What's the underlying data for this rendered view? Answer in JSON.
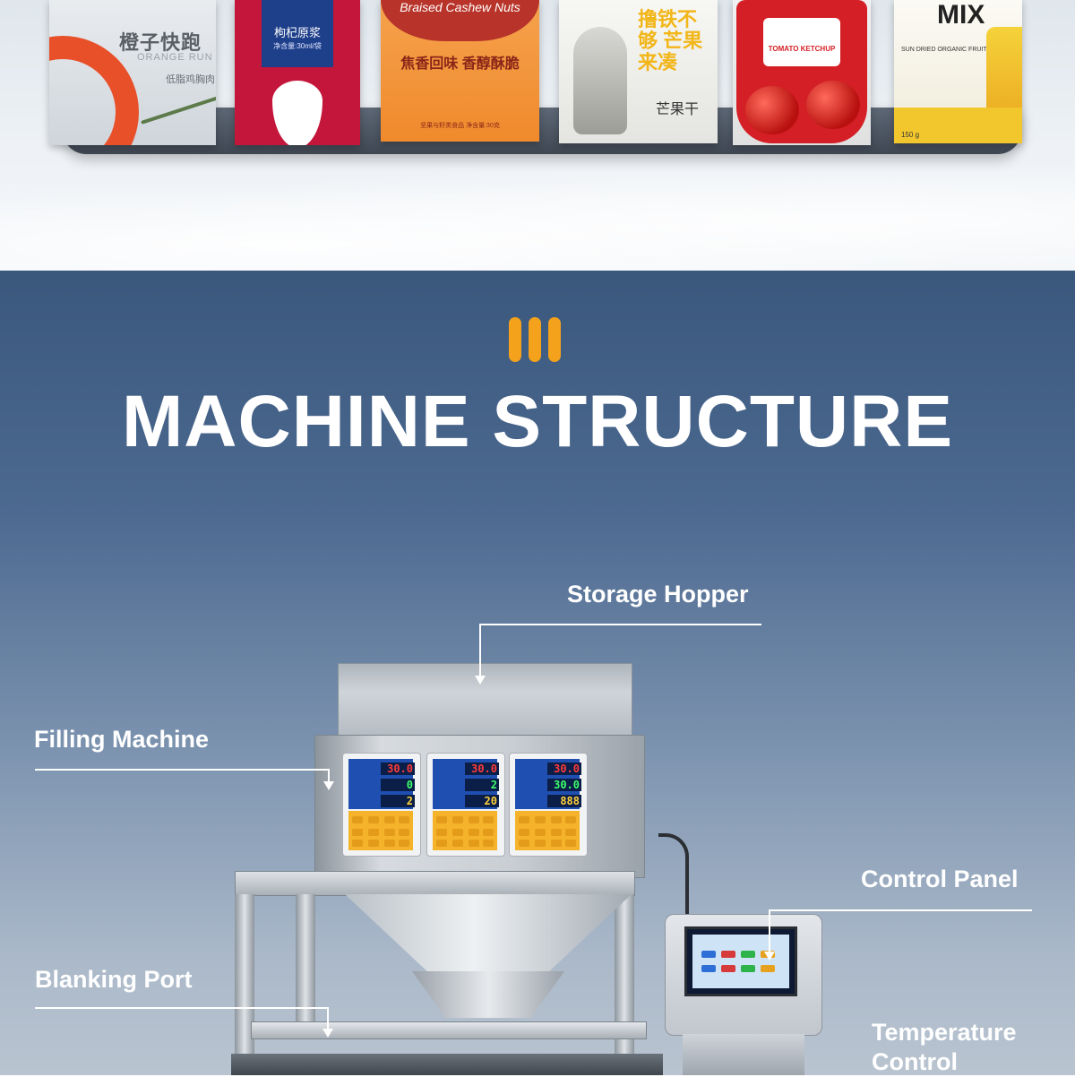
{
  "products": [
    {
      "brand": "橙子快跑",
      "brand_en": "ORANGE RUN",
      "subtitle": "低脂鸡胸肉"
    },
    {
      "title": "枸杞原浆",
      "subtitle": "净含量:30ml/袋"
    },
    {
      "title": "Braised Cashew Nuts",
      "subtitle": "焦香回味 香醇酥脆",
      "note": "坚果与籽类食品 净含量:30克"
    },
    {
      "title": "撸铁不够 芒果来凑",
      "name": "芒果干"
    },
    {
      "label": "TOMATO KETCHUP"
    },
    {
      "title": "MIX",
      "subtitle": "SUN DRIED ORGANIC FRUIT MIX",
      "weight": "150 g"
    }
  ],
  "section": {
    "heading": "MACHINE STRUCTURE",
    "accent_color": "#f4a11c"
  },
  "callouts": {
    "storage_hopper": "Storage Hopper",
    "filling_machine": "Filling Machine",
    "control_panel": "Control Panel",
    "blanking_port": "Blanking Port",
    "temperature_control": "Temperature Control"
  },
  "controllers": [
    {
      "row1": "30.0",
      "row2": "0",
      "row3": "2"
    },
    {
      "row1": "30.0",
      "row2": "2",
      "row3": "20"
    },
    {
      "row1": "30.0",
      "row2": "30.0",
      "row3": "888"
    }
  ],
  "colors": {
    "digit_red": "#ff3b3b",
    "digit_green": "#3dff6a",
    "digit_yellow": "#ffd23a"
  }
}
